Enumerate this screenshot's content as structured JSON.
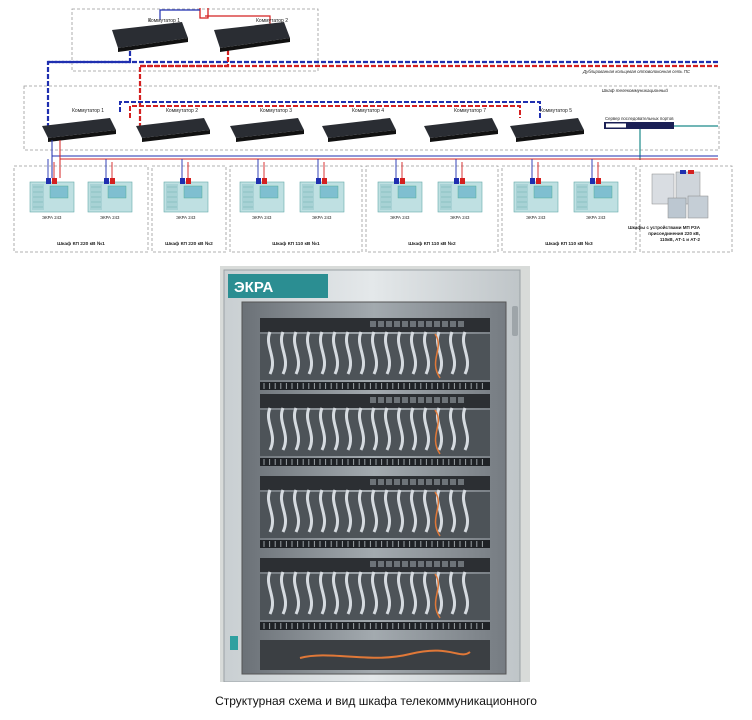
{
  "diagram": {
    "top_switches": [
      "Коммутатор 1",
      "Коммутатор 2"
    ],
    "dup_network_label": "Дублированная кольцевая оптоволоконная сеть ПС",
    "telecom_cabinet_label": "Шкаф телекоммуникационный",
    "ring_switches": [
      "Коммутатор 1",
      "Коммутатор 2",
      "Коммутатор 3",
      "Коммутатор 4",
      "Коммутатор 7",
      "Коммутатор 5"
    ],
    "ellipsis": ". . .",
    "server_label": "Сервер последовательных портов",
    "device_label": "ЭКРА 243",
    "cabinets": [
      "Шкаф КП 220 кВ №1",
      "Шкаф КП 220 кВ №2",
      "Шкаф КП 110 кВ №1",
      "Шкаф КП 110 кВ №2",
      "Шкаф КП 110 кВ №3"
    ],
    "rza_label_lines": [
      "Шкафы с устройствами МП РЗА",
      "присоединения 220 кВ,",
      "110кВ, АТ-1 и АТ-2"
    ]
  },
  "photo": {
    "brand_logo": "ЭКРА"
  },
  "caption": "Структурная схема и вид шкафа телекоммуникационного",
  "colors": {
    "red_line": "#d42020",
    "blue_line": "#1f2fb0",
    "teal_line": "#1c8a8a"
  }
}
